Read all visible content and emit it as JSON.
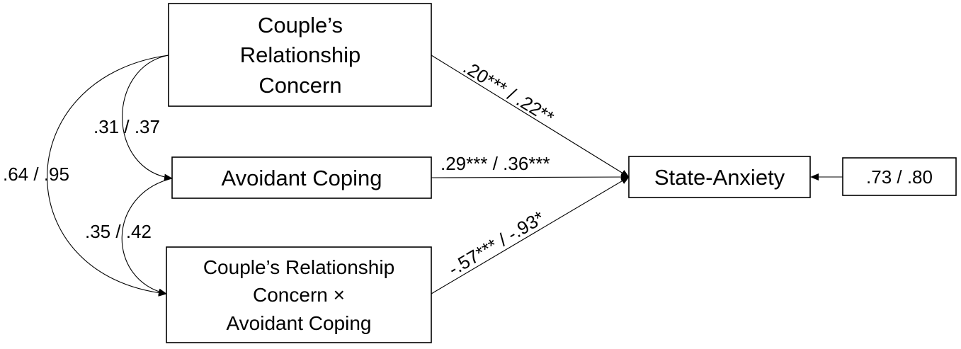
{
  "nodes": {
    "crc": {
      "lines": [
        "Couple’s",
        "Relationship",
        "Concern"
      ]
    },
    "avoidant": {
      "lines": [
        "Avoidant Coping"
      ]
    },
    "interaction": {
      "lines": [
        "Couple’s Relationship",
        "Concern ×",
        "Avoidant Coping"
      ]
    },
    "state_anxiety": {
      "lines": [
        "State-Anxiety"
      ]
    },
    "residual": {
      "lines": [
        ".73 / .80"
      ]
    }
  },
  "covariances": {
    "crc_avoidant": ".31 / .37",
    "crc_interaction": ".64 / .95",
    "avoidant_interaction": ".35 / .42"
  },
  "paths": {
    "crc_to_anxiety": ".20*** / .22**",
    "avoidant_to_anxiety": ".29*** / .36***",
    "interaction_to_anxiety": "-.57*** / -.93*"
  }
}
